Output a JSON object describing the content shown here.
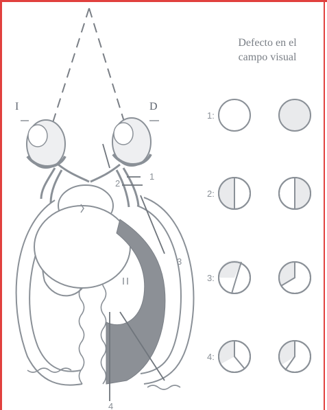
{
  "title": {
    "line1": "Defecto en el",
    "line2": "campo visual"
  },
  "eye_labels": {
    "left": "I",
    "right": "D"
  },
  "lesion_labels": [
    "1",
    "2",
    "3",
    "4"
  ],
  "field_defects": [
    {
      "label": "1:",
      "left": "normal",
      "right": "blind"
    },
    {
      "label": "2:",
      "left": "bitemporal-half",
      "right": "bitemporal-half"
    },
    {
      "label": "3:",
      "left": "upper-quadrant",
      "right": "upper-quadrant"
    },
    {
      "label": "4:",
      "left": "lower-quadrant",
      "right": "lower-quadrant"
    }
  ],
  "colors": {
    "border": "#e1413f",
    "stroke": "#8a9097",
    "fill": "#e9eaec",
    "shade": "#8c9096",
    "text": "#7a7f86"
  }
}
